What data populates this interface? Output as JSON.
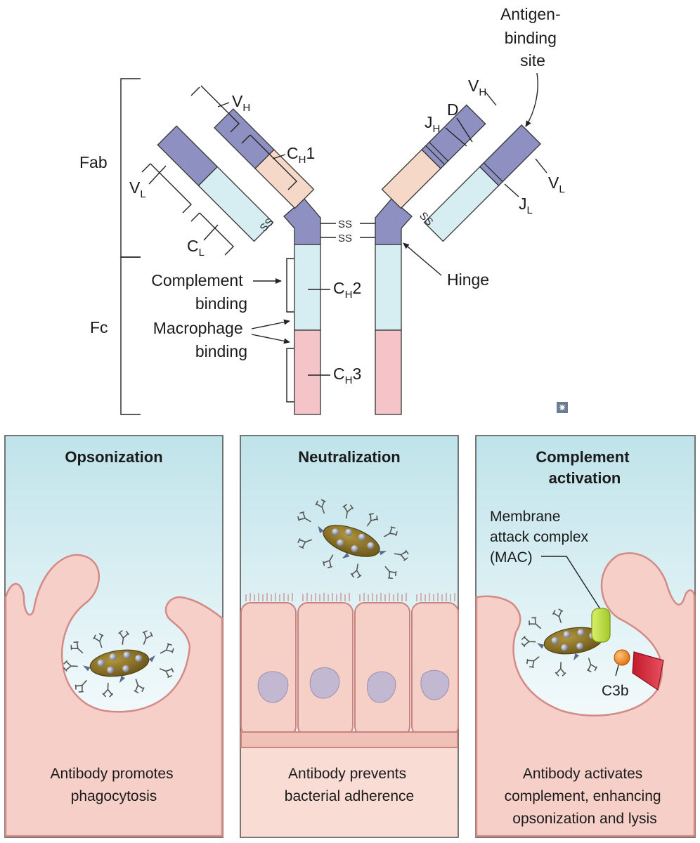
{
  "structure": {
    "fab_label": "Fab",
    "fc_label": "Fc",
    "vh_left": "V",
    "vh_left_sub": "H",
    "ch1_left": "C",
    "ch1_left_sub": "H",
    "ch1_left_suffix": "1",
    "vl_left": "V",
    "vl_left_sub": "L",
    "cl_left": "C",
    "cl_left_sub": "L",
    "antigen_binding_site": [
      "Antigen-",
      "binding",
      "site"
    ],
    "vh_right": "V",
    "vh_right_sub": "H",
    "d_label": "D",
    "jh": "J",
    "jh_sub": "H",
    "vl_right": "V",
    "vl_right_sub": "L",
    "jl": "J",
    "jl_sub": "L",
    "ss": "SS",
    "hinge": "Hinge",
    "complement_binding": [
      "Complement",
      "binding"
    ],
    "macrophage_binding": [
      "Macrophage",
      "binding"
    ],
    "ch2": "C",
    "ch2_sub": "H",
    "ch2_suffix": "2",
    "ch3": "C",
    "ch3_sub": "H",
    "ch3_suffix": "3"
  },
  "panels": [
    {
      "title": [
        "Opsonization"
      ],
      "caption": [
        "Antibody promotes",
        "phagocytosis"
      ]
    },
    {
      "title": [
        "Neutralization"
      ],
      "caption": [
        "Antibody prevents",
        "bacterial adherence"
      ]
    },
    {
      "title": [
        "Complement",
        "activation"
      ],
      "caption": [
        "Antibody activates",
        "complement, enhancing",
        "opsonization and lysis"
      ],
      "mac_label": [
        "Membrane",
        "attack complex",
        "(MAC)"
      ],
      "c3b_label": "C3b"
    }
  ],
  "colors": {
    "variable_region": "#8e90c2",
    "ch1_region": "#f6d8c8",
    "light_constant": "#d6eef2",
    "ch2_region": "#d6eef2",
    "ch3_region": "#f5c4c9",
    "panel_bg_top": "#bfe3ea",
    "cell_fill": "#f6d0c8",
    "cell_outline": "#d48a86",
    "bacterium": "#8c7424"
  }
}
